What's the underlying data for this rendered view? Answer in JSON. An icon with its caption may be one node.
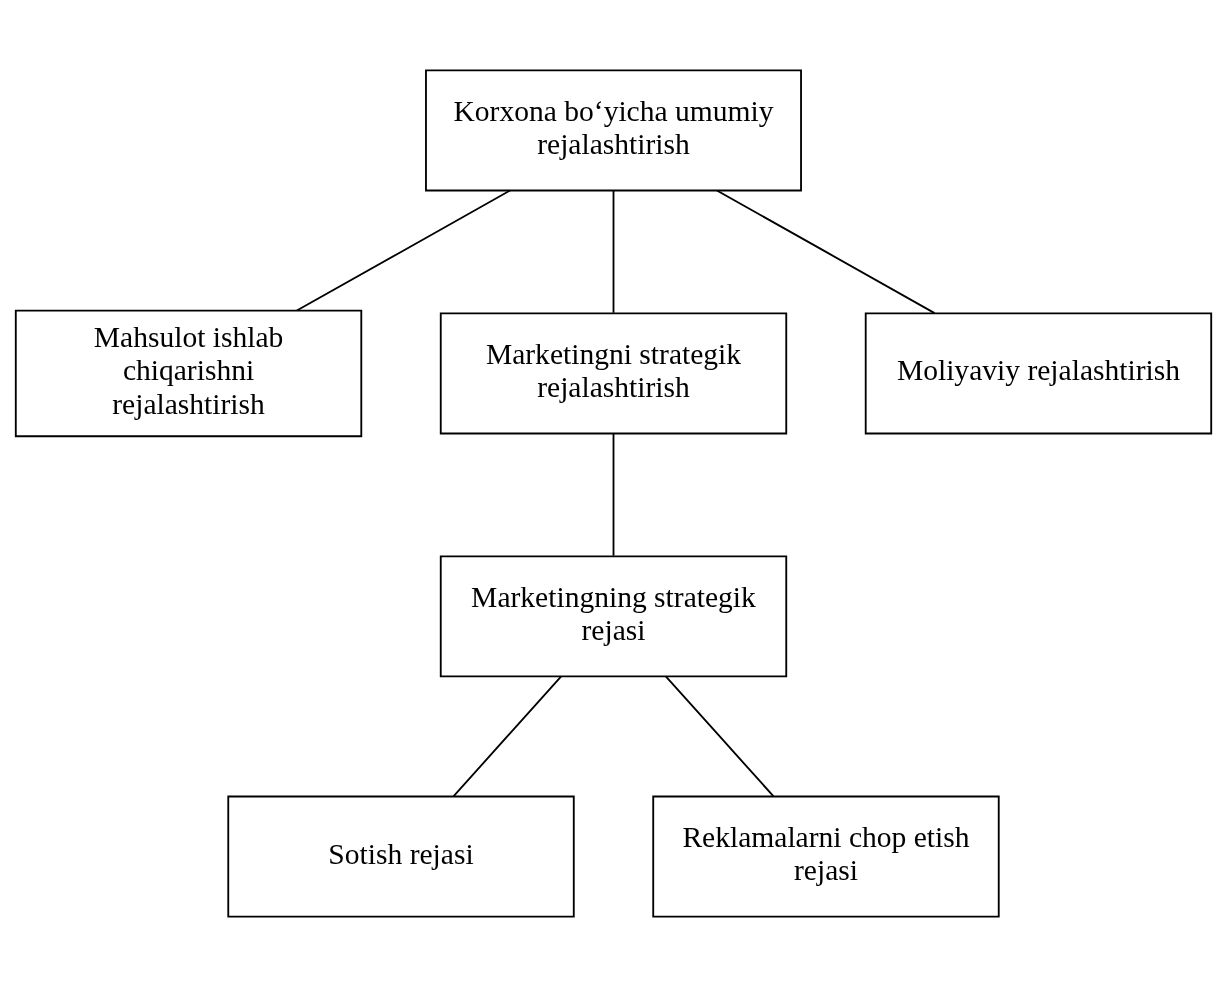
{
  "diagram": {
    "nodes": [
      {
        "text": [
          "Korxona bo‘yicha umumiy rejalashtirish"
        ]
      },
      {
        "text": [
          "Mahsulot ishlab chiqarishni rejalashtirish"
        ]
      },
      {
        "text": [
          "Marketingni strategik rejalashtirish"
        ]
      },
      {
        "text": [
          "Moliyaviy rejalashtirish"
        ]
      },
      {
        "text": [
          "Marketingning strategik rejasi"
        ]
      },
      {
        "text": [
          "Sotish rejasi"
        ]
      },
      {
        "text": [
          "Reklamalarni chop etish rejasi"
        ]
      }
    ],
    "edges": [
      {
        "from": 0,
        "to": 1,
        "arrow": "none"
      },
      {
        "from": 0,
        "to": 2,
        "arrow": "none"
      },
      {
        "from": 0,
        "to": 3,
        "arrow": "none"
      },
      {
        "from": 2,
        "to": 4,
        "arrow": "none"
      },
      {
        "from": 4,
        "to": 5,
        "arrow": "none"
      },
      {
        "from": 4,
        "to": 6,
        "arrow": "none"
      }
    ]
  }
}
